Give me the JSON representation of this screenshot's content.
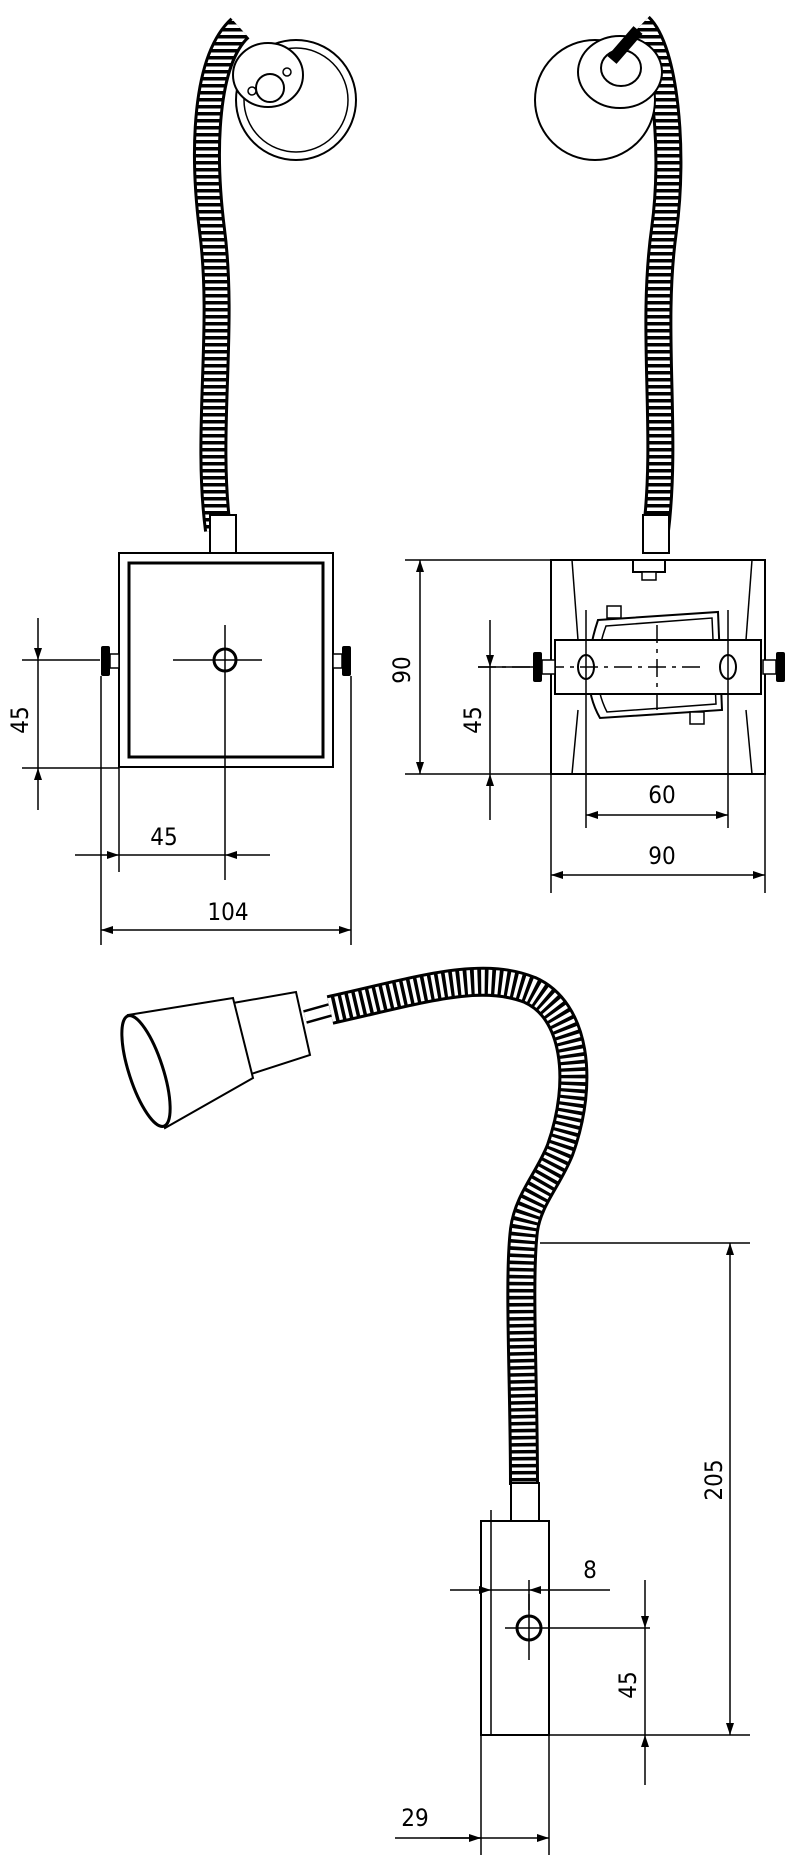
{
  "dimensions": {
    "front_height": "45",
    "front_center_offset": "45",
    "front_total_width": "104",
    "back_height_total": "90",
    "back_height_offset": "45",
    "back_slot_spacing": "60",
    "back_total_width": "90",
    "side_arm_height": "205",
    "side_hole_offset": "8",
    "side_hole_height": "45",
    "side_depth": "29"
  },
  "icons": {
    "gooseneck": "gooseneck-arm-icon",
    "lamp_head": "lamp-head-icon",
    "mount_plate": "mounting-plate-icon"
  },
  "colors": {
    "line": "#000000",
    "background": "#ffffff"
  }
}
